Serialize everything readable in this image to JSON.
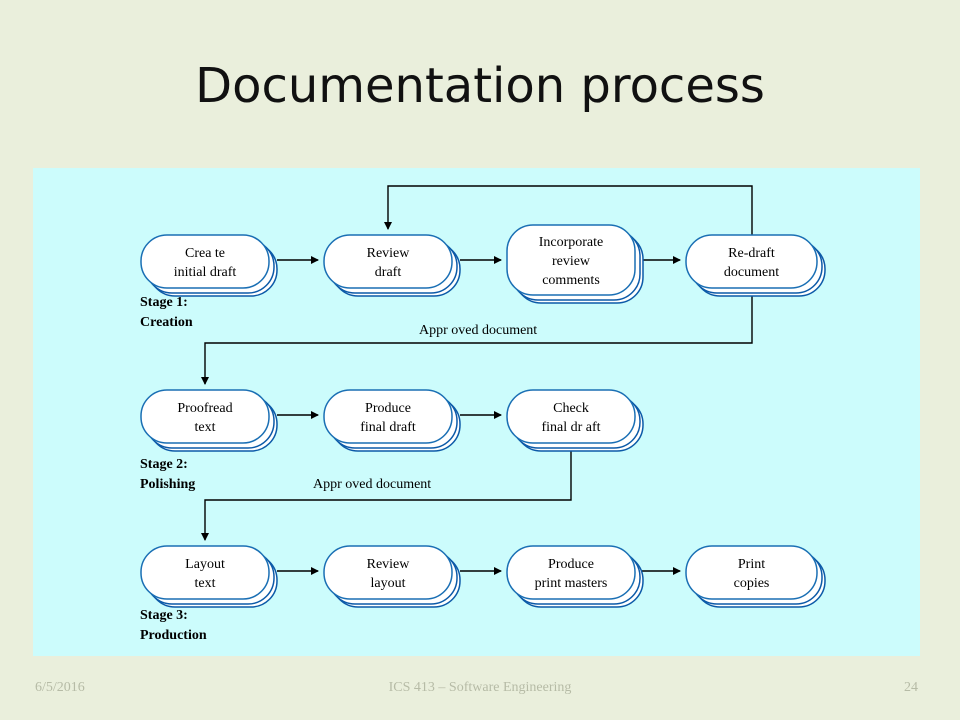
{
  "slide": {
    "title": "Documentation process"
  },
  "diagram": {
    "boxes": [
      {
        "id": "create-initial-draft",
        "lines": [
          "Crea te",
          "initial draft"
        ]
      },
      {
        "id": "review-draft",
        "lines": [
          "Review",
          "draft"
        ]
      },
      {
        "id": "incorporate-review-comments",
        "lines": [
          "Incorporate",
          "review",
          "comments"
        ]
      },
      {
        "id": "re-draft-document",
        "lines": [
          "Re-draft",
          "document"
        ]
      },
      {
        "id": "proofread-text",
        "lines": [
          "Proofread",
          "text"
        ]
      },
      {
        "id": "produce-final-draft",
        "lines": [
          "Produce",
          "final draft"
        ]
      },
      {
        "id": "check-final-draft",
        "lines": [
          "Check",
          "final dr aft"
        ]
      },
      {
        "id": "layout-text",
        "lines": [
          "Layout",
          "text"
        ]
      },
      {
        "id": "review-layout",
        "lines": [
          "Review",
          "layout"
        ]
      },
      {
        "id": "produce-print-masters",
        "lines": [
          "Produce",
          "print masters"
        ]
      },
      {
        "id": "print-copies",
        "lines": [
          "Print",
          "copies"
        ]
      }
    ],
    "stages": [
      {
        "id": "stage-1",
        "label": "Stage 1:",
        "name": "Creation"
      },
      {
        "id": "stage-2",
        "label": "Stage 2:",
        "name": "Polishing"
      },
      {
        "id": "stage-3",
        "label": "Stage 3:",
        "name": "Production"
      }
    ],
    "edge_labels": [
      {
        "id": "approved-document-1",
        "text": "Appr oved document"
      },
      {
        "id": "approved-document-2",
        "text": "Appr oved document"
      }
    ],
    "colors": {
      "panel": "#ccfcfc",
      "box_fill": "#ffffff",
      "box_stroke": "#1a6fb4",
      "shadow": "#0c5aa8",
      "line": "#000000"
    }
  },
  "footer": {
    "date": "6/5/2016",
    "course": "ICS 413 – Software Engineering",
    "page": "24"
  }
}
